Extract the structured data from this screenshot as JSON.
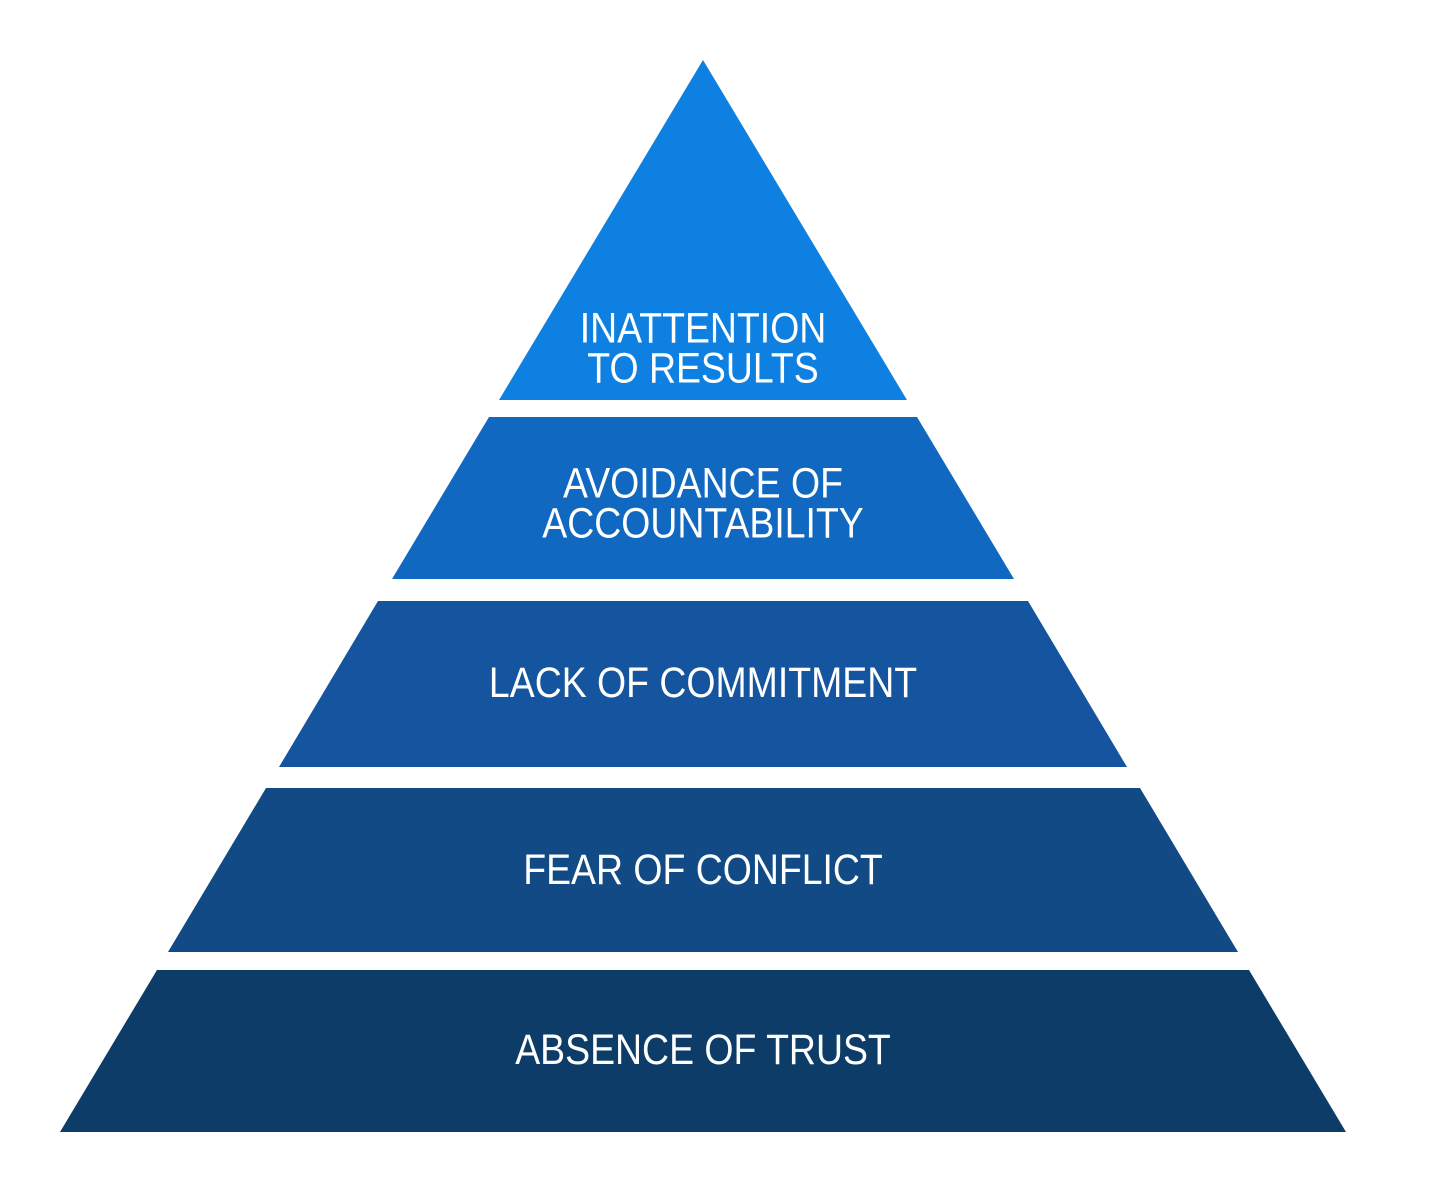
{
  "diagram": {
    "kind": "pyramid",
    "background_color": "#ffffff",
    "text_color": "#ffffff"
  },
  "pyramid": {
    "levels": [
      {
        "id": "inattention-to-results",
        "line1": "INATTENTION",
        "line2": "TO RESULTS",
        "color": "#0d80e2"
      },
      {
        "id": "avoidance-of-accountability",
        "line1": "AVOIDANCE OF",
        "line2": "ACCOUNTABILITY",
        "color": "#1068c0"
      },
      {
        "id": "lack-of-commitment",
        "line1": "LACK OF COMMITMENT",
        "line2": "",
        "color": "#15549e"
      },
      {
        "id": "fear-of-conflict",
        "line1": "FEAR OF CONFLICT",
        "line2": "",
        "color": "#114a84"
      },
      {
        "id": "absence-of-trust",
        "line1": "ABSENCE OF TRUST",
        "line2": "",
        "color": "#0d3c68"
      }
    ]
  }
}
